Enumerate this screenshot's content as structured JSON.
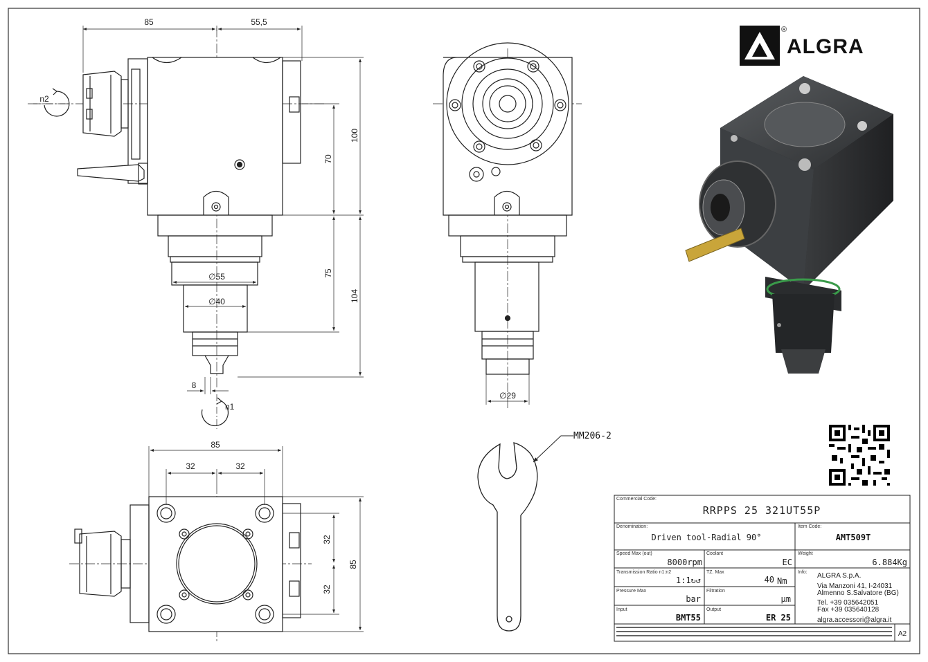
{
  "logo": {
    "brand": "ALGRA",
    "registered_mark": "®"
  },
  "dimensions": {
    "top_width_left": "85",
    "top_width_right": "55,5",
    "height_100": "100",
    "height_70": "70",
    "height_75": "75",
    "height_104": "104",
    "dia_55": "∅55",
    "dia_40": "∅40",
    "dim_8": "8",
    "dia_29": "∅29",
    "bottom_width": "85",
    "bottom_32_left": "32",
    "bottom_32_right": "32",
    "right_32_top": "32",
    "right_32_bottom": "32",
    "right_85": "85"
  },
  "rotation_labels": {
    "n1": "n1",
    "n2": "n2"
  },
  "wrench_label": "MM206-2",
  "title_block": {
    "commercial_code_label": "Commercial Code:",
    "commercial_code": "RRPPS 25 321UT55P",
    "denomination_label": "Denomination:",
    "denomination": "Driven tool-Radial 90°",
    "item_code_label": "Item Code:",
    "item_code": "AMT509T",
    "speed_label": "Speed Max (out)",
    "speed": "8000rpm",
    "coolant_label": "Coolant",
    "coolant": "EC",
    "weight_label": "Weight",
    "weight": "6.884Kg",
    "ratio_label": "Transmission Ratio n1:n2",
    "ratio": "1:1↻↺",
    "torque_label": "TZ. Max",
    "torque_value": "40",
    "torque_unit": "Nm",
    "info_label": "Info:",
    "company": "ALGRA S.p.A.",
    "address1": "Via Manzoni 41, I-24031",
    "address2": "Almenno S.Salvatore (BG)",
    "tel": "Tel. +39 035642051",
    "fax": "Fax +39 035640128",
    "email": "algra.accessori@algra.it",
    "pressure_label": "Pressure Max",
    "pressure_unit": "bar",
    "filtration_label": "Filtration",
    "filtration_unit": "µm",
    "input_label": "Input",
    "input": "BMT55",
    "output_label": "Output",
    "output": "ER 25",
    "sheet_size": "A2"
  }
}
